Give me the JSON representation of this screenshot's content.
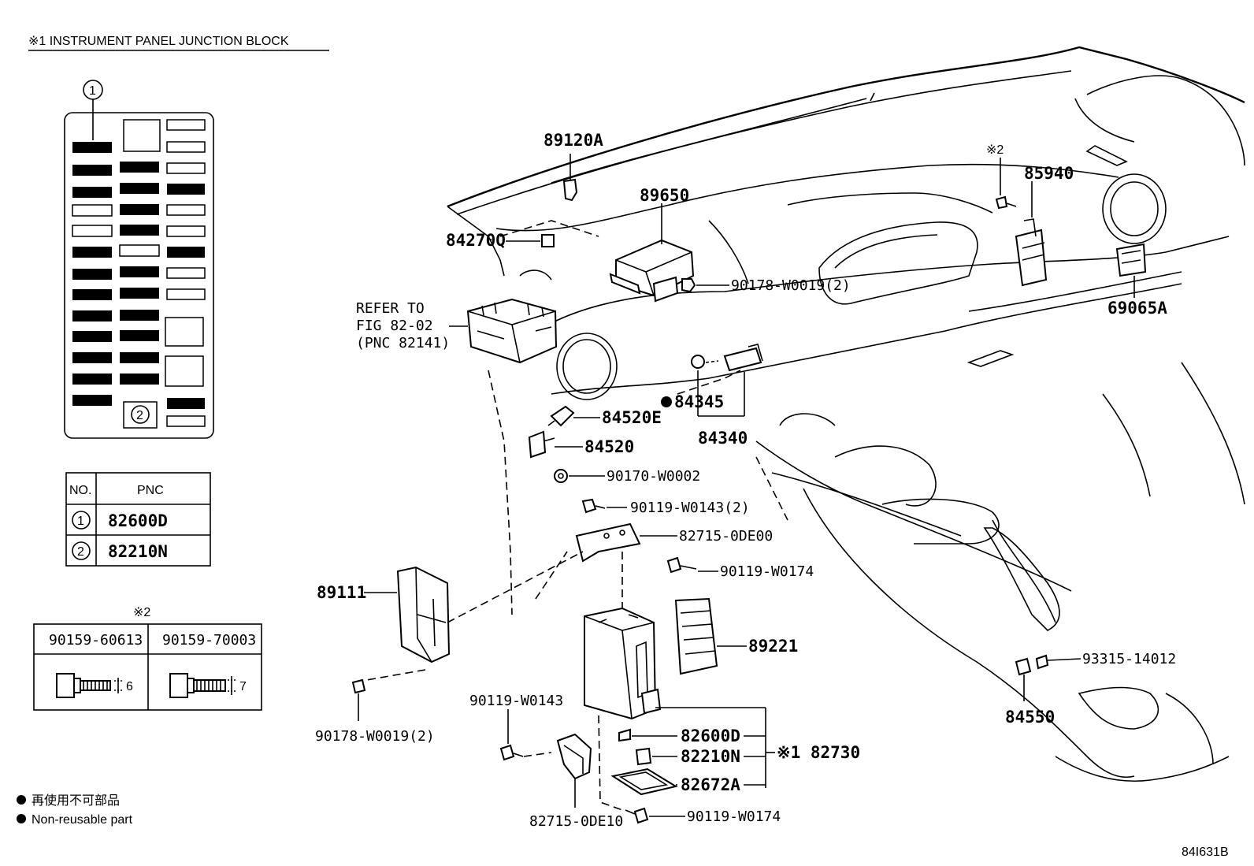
{
  "junction_block": {
    "title": "※1 INSTRUMENT PANEL JUNCTION BLOCK",
    "callout_1": "1",
    "callout_2": "2"
  },
  "pnc_table": {
    "headers": [
      "NO.",
      "PNC"
    ],
    "rows": [
      {
        "no": "1",
        "pnc": "82600D"
      },
      {
        "no": "2",
        "pnc": "82210N"
      }
    ]
  },
  "bolt_table": {
    "note": "※2",
    "columns": [
      {
        "pnc": "90159-60613",
        "length": "6"
      },
      {
        "pnc": "90159-70003",
        "length": "7"
      }
    ]
  },
  "legend": {
    "line1": "再使用不可部品",
    "line2": "Non-reusable part"
  },
  "refer_to": [
    "REFER TO",
    "FIG 82-02",
    "(PNC 82141)"
  ],
  "part_labels": {
    "p89120A": "89120A",
    "p89650": "89650",
    "p84270Q": "84270Q",
    "p90178_top": "90178-W0019(2)",
    "p85940": "85940",
    "p85940_note": "※2",
    "p69065A": "69065A",
    "p84345": "84345",
    "p84340": "84340",
    "p84520E": "84520E",
    "p84520": "84520",
    "p90170": "90170-W0002",
    "p90119_143_2": "90119-W0143(2)",
    "p82715_00": "82715-0DE00",
    "p90119_174_a": "90119-W0174",
    "p89111": "89111",
    "p89221": "89221",
    "p90178_left": "90178-W0019(2)",
    "p90119_143": "90119-W0143",
    "p82600D": "82600D",
    "p82210N": "82210N",
    "p82672A": "82672A",
    "p82730": "※1 82730",
    "p82715_10": "82715-0DE10",
    "p90119_174_b": "90119-W0174",
    "p93315": "93315-14012",
    "p84550": "84550"
  },
  "figure_id": "84I631B"
}
